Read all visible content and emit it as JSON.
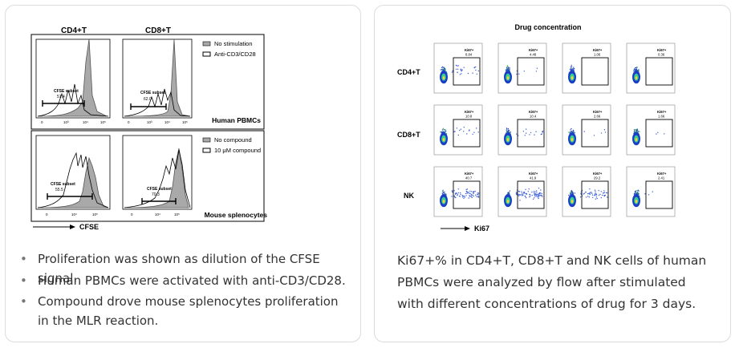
{
  "left": {
    "col_headers": [
      "CD4+T",
      "CD8+T"
    ],
    "top_legend": [
      "No stimulation",
      "Anti-CD3/CD28"
    ],
    "bottom_legend": [
      "No compound",
      "10 μM compound"
    ],
    "row_labels": [
      "Human PBMCs",
      "Mouse splenocytes"
    ],
    "gate_label": "CFSE subset",
    "gate_values": [
      "51.4",
      "62.0",
      "55.5",
      "70.3"
    ],
    "axis_label": "CFSE",
    "ticks": [
      "0",
      "10³",
      "10⁴",
      "10⁵"
    ],
    "bullets": [
      "Proliferation was shown as dilution of the CFSE signal.",
      "Human PBMCs were activated with anti-CD3/CD28.",
      "Compound drove mouse splenocytes proliferation",
      "in the MLR reaction."
    ]
  },
  "right": {
    "title": "Drug concentration",
    "row_labels": [
      "CD4+T",
      "CD8+T",
      "NK"
    ],
    "gate_label": "Ki67+",
    "values": [
      [
        "8.84",
        "4.48",
        "1.06",
        "0.36"
      ],
      [
        "10.8",
        "10.4",
        "2.66",
        "1.66"
      ],
      [
        "40.7",
        "41.9",
        "29.2",
        "2.41"
      ]
    ],
    "axis_label": "Ki67",
    "caption": "Ki67+% in CD4+T, CD8+T and NK cells of human PBMCs were analyzed by flow after stimulated with different concentrations of drug for 3 days."
  }
}
